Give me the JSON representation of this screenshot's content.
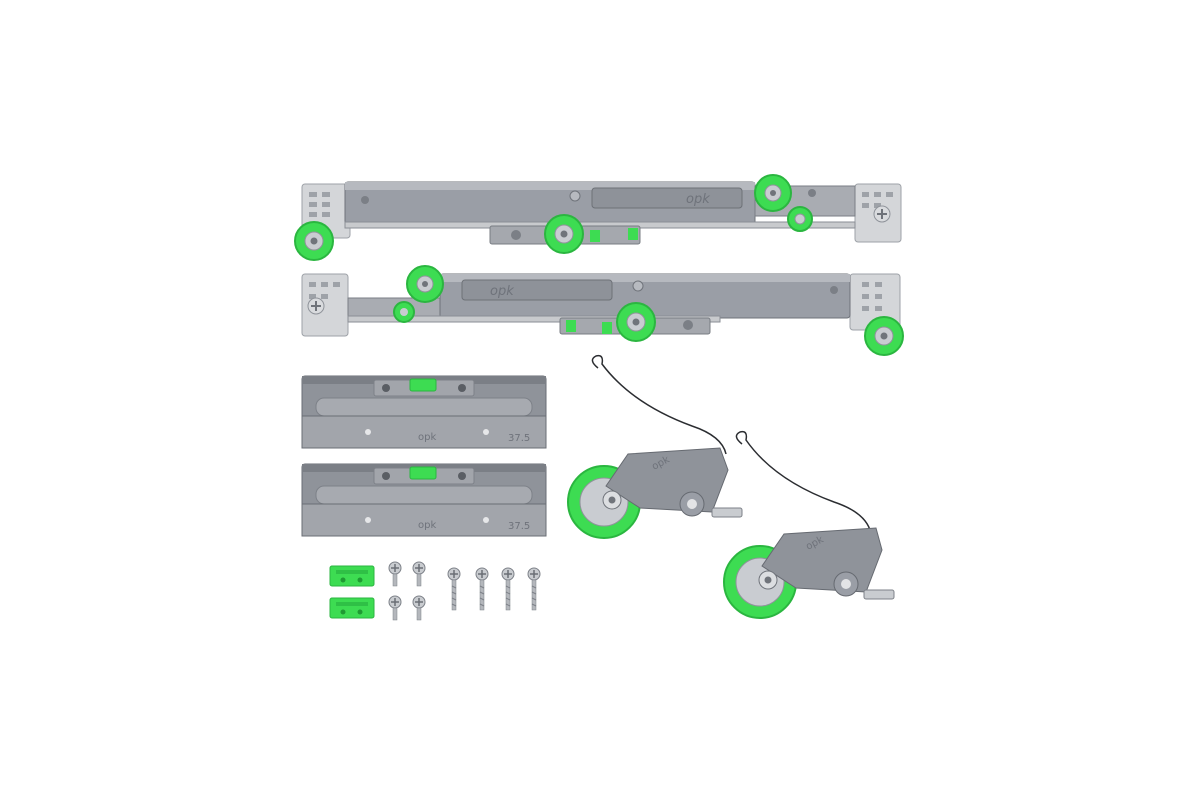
{
  "image": {
    "background": "#ffffff",
    "colors": {
      "metal": "#9a9ea6",
      "metal_dark": "#70747b",
      "metal_light": "#c6c9ce",
      "accent_green": "#3ddc52",
      "wheel_grey": "#c9ccd1",
      "bracket_silver": "#d7d9dc",
      "screw": "#c9ccd0"
    },
    "markings": {
      "brand": "opk",
      "guide_size_1": "37.5",
      "guide_size_2": "37.5"
    },
    "counts": {
      "mechanism_rails": 2,
      "guide_plates": 2,
      "wheel_carriages": 2,
      "green_clips": 2,
      "small_screws": 4,
      "long_screws": 4
    }
  }
}
